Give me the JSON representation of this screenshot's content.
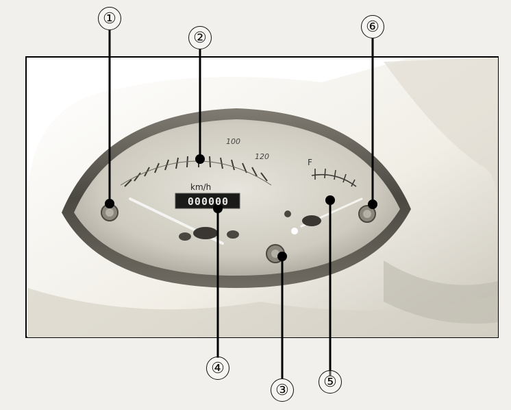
{
  "gauge": {
    "unit": "km/h",
    "odometer": "000000",
    "scale_marks": [
      "100",
      "120"
    ],
    "fuel_full": "F"
  },
  "callouts": [
    "①",
    "②",
    "③",
    "④",
    "⑤",
    "⑥"
  ]
}
